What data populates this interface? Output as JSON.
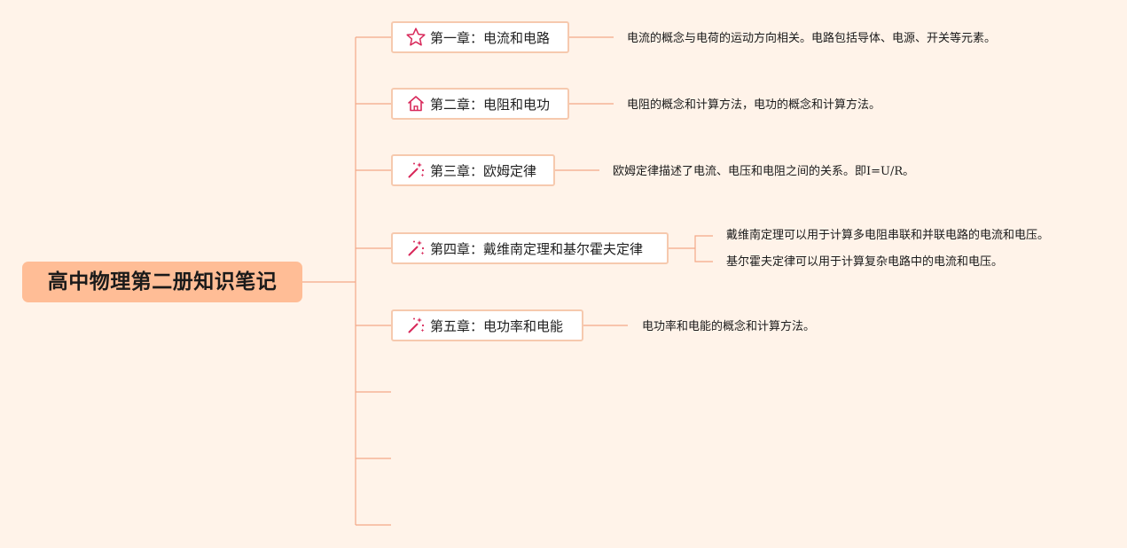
{
  "root": {
    "title": "高中物理第二册知识笔记"
  },
  "colors": {
    "background": "#fff3e9",
    "root_fill": "#ffbd96",
    "node_border": "#f6c9ae",
    "connector": "#f3a887",
    "icon_accent": "#d8285a"
  },
  "chapters": [
    {
      "title": "第一章：电流和电路",
      "icon": "star-icon",
      "details": [
        "电流的概念与电荷的运动方向相关。电路包括导体、电源、开关等元素。"
      ]
    },
    {
      "title": "第二章：电阻和电功",
      "icon": "home-icon",
      "details": [
        "电阻的概念和计算方法，电功的概念和计算方法。"
      ]
    },
    {
      "title": "第三章：欧姆定律",
      "icon": "magic-wand-icon",
      "details": [
        "欧姆定律描述了电流、电压和电阻之间的关系。即I=U/R。"
      ]
    },
    {
      "title": "第四章：戴维南定理和基尔霍夫定律",
      "icon": "magic-wand-icon",
      "details": [
        "戴维南定理可以用于计算多电阻串联和并联电路的电流和电压。",
        "基尔霍夫定律可以用于计算复杂电路中的电流和电压。"
      ]
    },
    {
      "title": "第五章：电功率和电能",
      "icon": "magic-wand-icon",
      "details": [
        "电功率和电能的概念和计算方法。"
      ]
    }
  ]
}
